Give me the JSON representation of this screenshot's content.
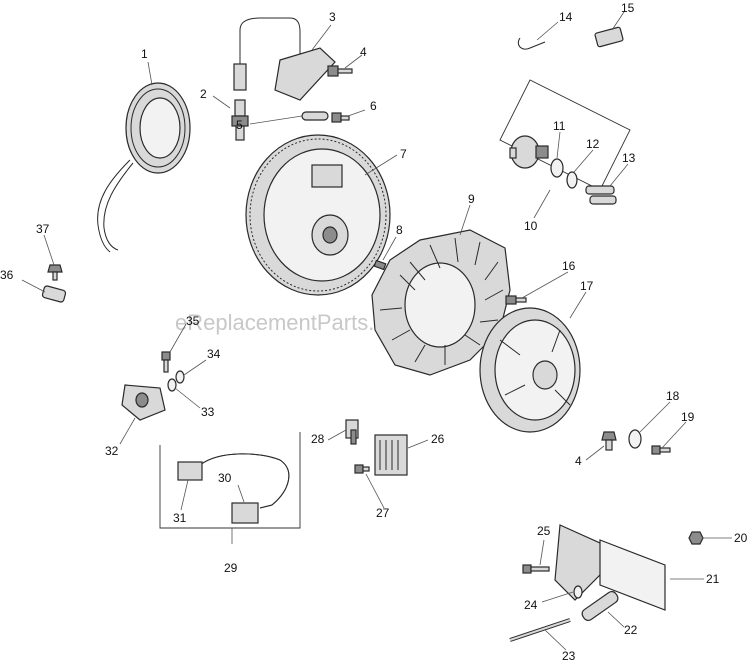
{
  "watermark": "eReplacementParts.com",
  "callouts": {
    "c1": "1",
    "c2": "2",
    "c3": "3",
    "c4a": "4",
    "c4b": "4",
    "c5": "5",
    "c6": "6",
    "c7": "7",
    "c8": "8",
    "c9": "9",
    "c10": "10",
    "c11": "11",
    "c12": "12",
    "c13": "13",
    "c14": "14",
    "c15": "15",
    "c16": "16",
    "c17": "17",
    "c18": "18",
    "c19": "19",
    "c20": "20",
    "c21": "21",
    "c22": "22",
    "c23": "23",
    "c24": "24",
    "c25": "25",
    "c26": "26",
    "c27": "27",
    "c28": "28",
    "c29": "29",
    "c30": "30",
    "c31": "31",
    "c32": "32",
    "c33": "33",
    "c34": "34",
    "c35": "35",
    "c36": "36",
    "c37": "37"
  }
}
